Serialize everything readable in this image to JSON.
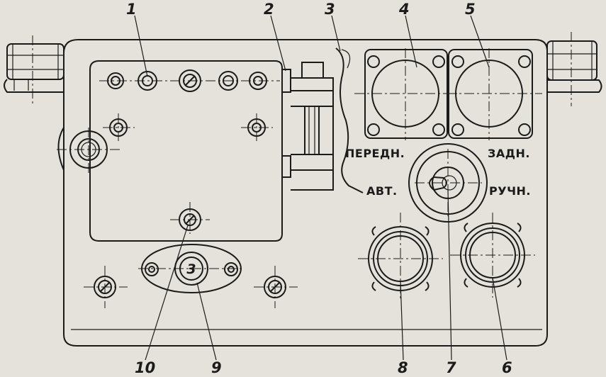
{
  "diagram": {
    "callouts": [
      "1",
      "2",
      "3",
      "4",
      "5",
      "6",
      "7",
      "8",
      "9",
      "10"
    ],
    "labels": {
      "front": "ПЕРЕДН.",
      "rear": "ЗАДН.",
      "auto": "АВТ.",
      "manual": "РУЧН.",
      "plug_mark": "3"
    }
  }
}
